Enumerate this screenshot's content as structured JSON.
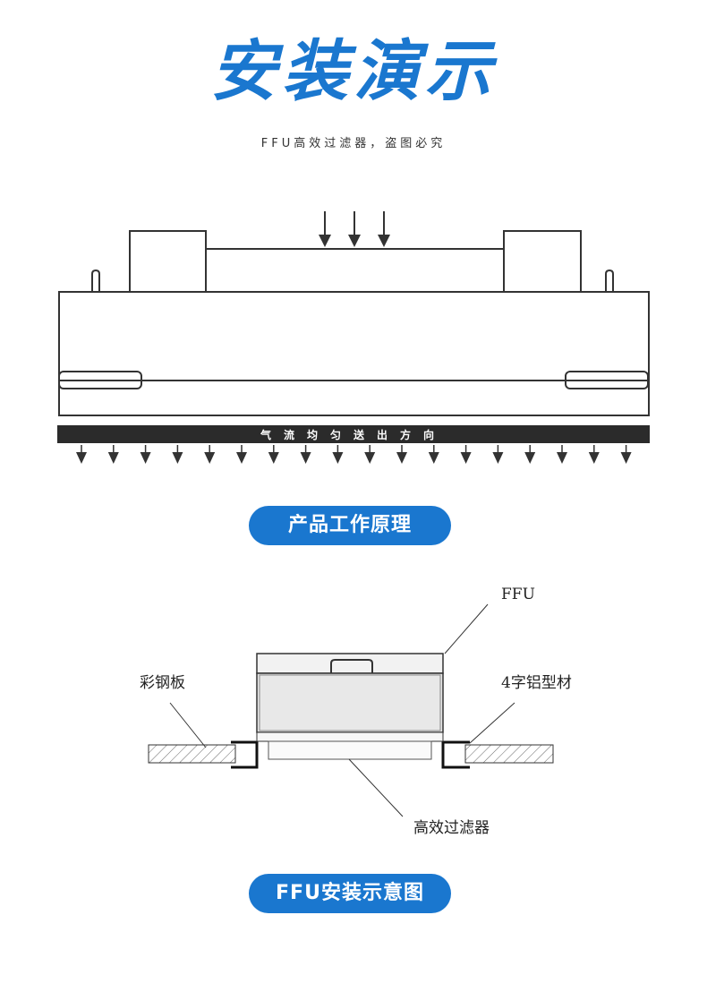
{
  "header": {
    "title": "安装演示",
    "subtitle": "FFU高效过滤器，盗图必究"
  },
  "principle": {
    "flow_text": "气流均匀送出方向",
    "caption": "产品工作原理"
  },
  "installation": {
    "labels": {
      "ffu": "FFU",
      "steel_plate": "彩钢板",
      "aluminum": "4字铝型材",
      "filter": "高效过滤器"
    },
    "caption": "FFU安装示意图"
  },
  "colors": {
    "accent": "#1a77cf",
    "flow_bar": "#2b2b2b"
  }
}
